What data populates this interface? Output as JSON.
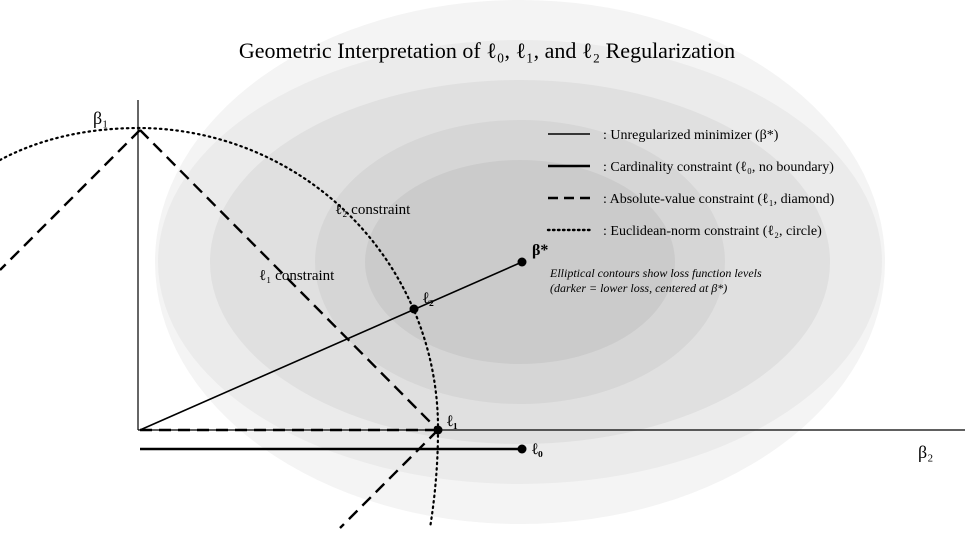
{
  "title": "Geometric Interpretation of ℓ₀, ℓ₁, and ℓ₂ Regularization",
  "axes": {
    "y_label": "β₁",
    "x_label": "β₂"
  },
  "points": {
    "beta_star": "β*",
    "l2": "ℓ₂",
    "l1": "ℓ₁",
    "l0": "ℓ₀"
  },
  "region_labels": {
    "l2_constraint": "ℓ₂ constraint",
    "l1_constraint": "ℓ₁ constraint"
  },
  "legend": {
    "items": [
      {
        "style": "solid",
        "label": ": Unregularized minimizer (β*)"
      },
      {
        "style": "solid-thick",
        "label": ": Cardinality constraint (ℓ₀, no boundary)"
      },
      {
        "style": "dashed",
        "label": ": Absolute-value constraint (ℓ₁, diamond)"
      },
      {
        "style": "dotted",
        "label": ": Euclidean-norm constraint (ℓ₂, circle)"
      }
    ]
  },
  "annotation": {
    "line1": "Elliptical contours show loss function levels",
    "line2": "(darker = lower loss, centered at β*)"
  },
  "colors": {
    "contour_1": "#f4f4f4",
    "contour_2": "#ebebeb",
    "contour_3": "#e0e0e0",
    "contour_4": "#d6d6d6",
    "contour_5": "#cbcbcb",
    "ink": "#000000"
  }
}
